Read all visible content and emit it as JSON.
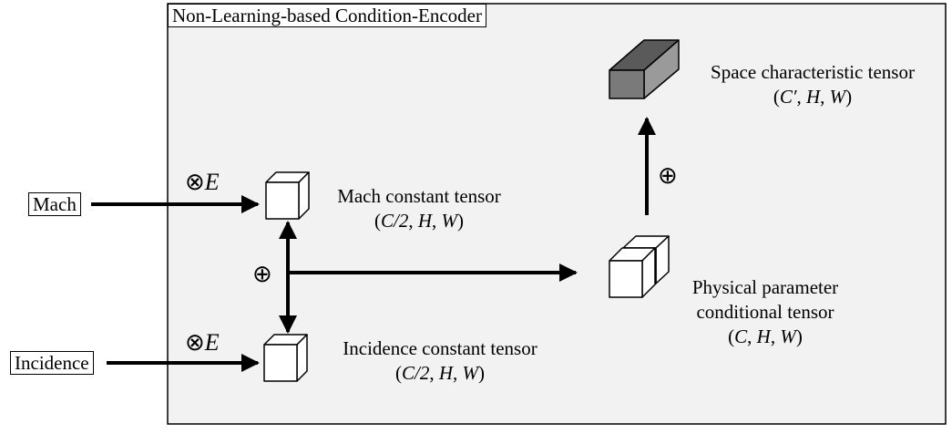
{
  "encoder": {
    "title": "Non-Learning-based Condition-Encoder"
  },
  "inputs": {
    "mach": {
      "label": "Mach",
      "operator": "⊗",
      "operand": "E"
    },
    "incidence": {
      "label": "Incidence",
      "operator": "⊗",
      "operand": "E"
    }
  },
  "tensors": {
    "mach": {
      "name": "Mach constant tensor",
      "dims": [
        "C/2",
        "H",
        "W"
      ]
    },
    "incidence": {
      "name": "Incidence constant tensor",
      "dims": [
        "C/2",
        "H",
        "W"
      ]
    },
    "physical": {
      "name_line1": "Physical parameter",
      "name_line2": "conditional tensor",
      "dims": [
        "C",
        "H",
        "W"
      ]
    },
    "space": {
      "name": "Space characteristic tensor",
      "dims": [
        "C′",
        "H",
        "W"
      ]
    }
  },
  "operators": {
    "concat_left": "⊕",
    "concat_up": "⊕"
  }
}
